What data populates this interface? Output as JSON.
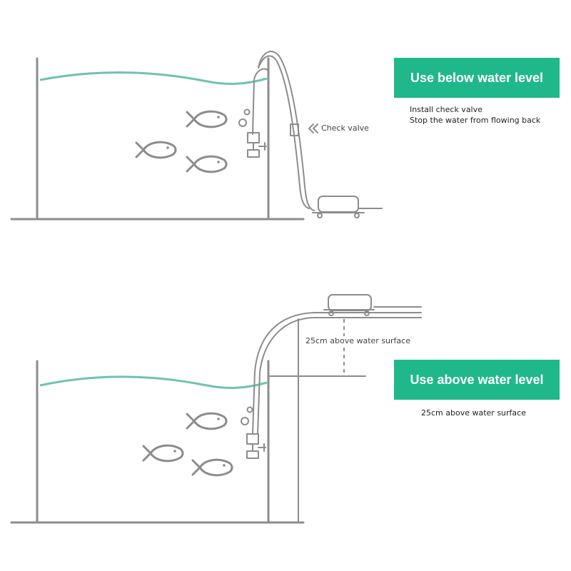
{
  "accent_color": "#1fb88a",
  "water_color": "#6fc2b3",
  "line_color": "#8c8c8c",
  "top_panel": {
    "banner": "Use below water level",
    "notes": [
      "Install check valve",
      "Stop the water from flowing back"
    ],
    "check_valve_label": "Check valve"
  },
  "bottom_panel": {
    "banner": "Use above water level",
    "note": "25cm above water surface",
    "height_label": "25cm above water surface"
  }
}
